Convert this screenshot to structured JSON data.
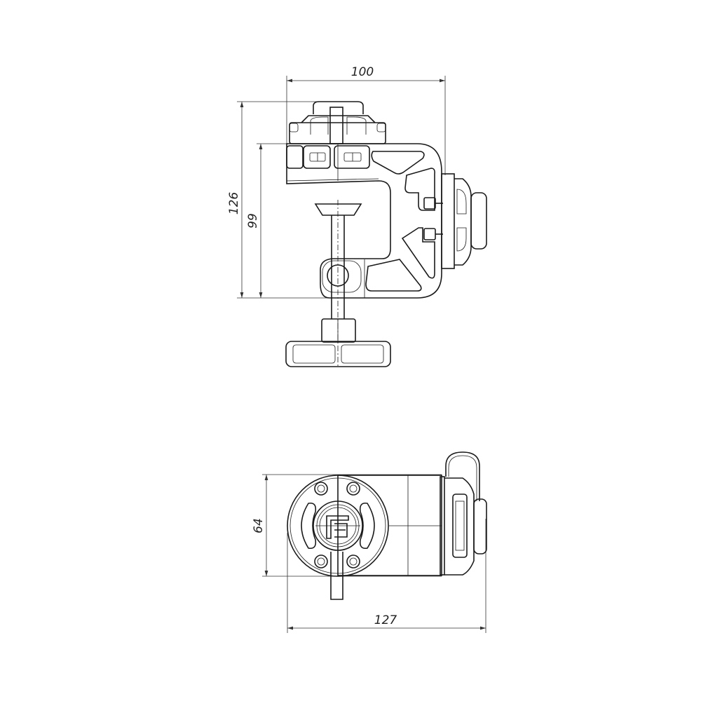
{
  "drawing": {
    "front_view": {
      "dimensions": {
        "width": "100",
        "total_height": "126",
        "body_height": "99"
      }
    },
    "top_view": {
      "dimensions": {
        "depth": "64",
        "length": "127"
      },
      "logo": "FB"
    },
    "colors": {
      "line": "#1a1a1a",
      "background": "#ffffff"
    }
  }
}
